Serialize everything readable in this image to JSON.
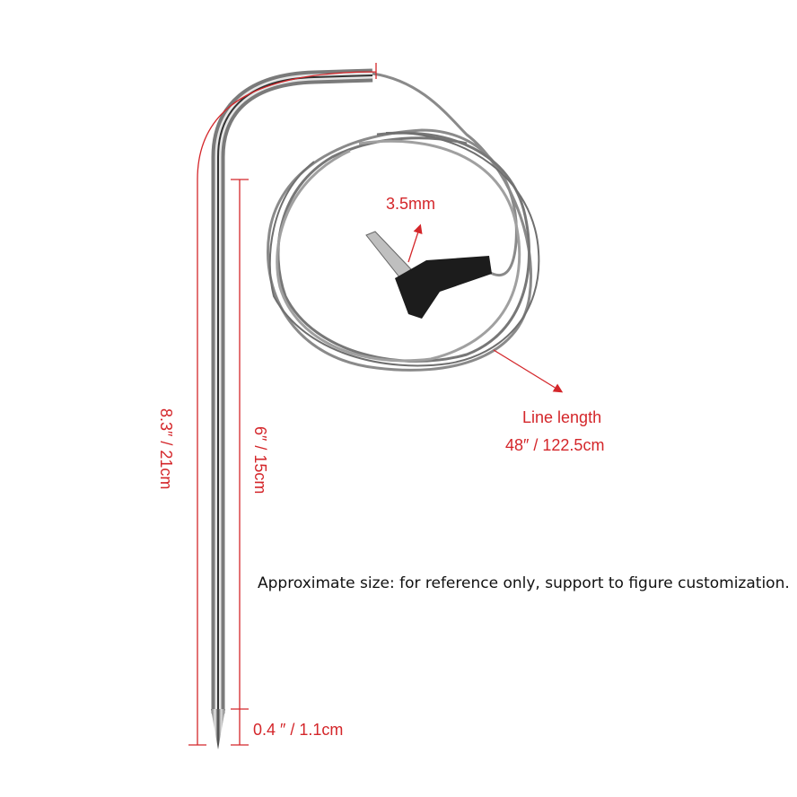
{
  "labels": {
    "jack_size": "3.5mm",
    "line_length_title": "Line length",
    "line_length_value": "48″ / 122.5cm",
    "total_length": "8.3″ / 21cm",
    "shaft_length": "6″ / 15cm",
    "tip_length": "0.4 ″ / 1.1cm",
    "note": "Approximate size: for reference only, support to figure customization."
  },
  "colors": {
    "annotation": "#d4262a",
    "metal": "#9a9a9a",
    "cable": "#8a8a8a",
    "plug": "#1c1c1c"
  }
}
